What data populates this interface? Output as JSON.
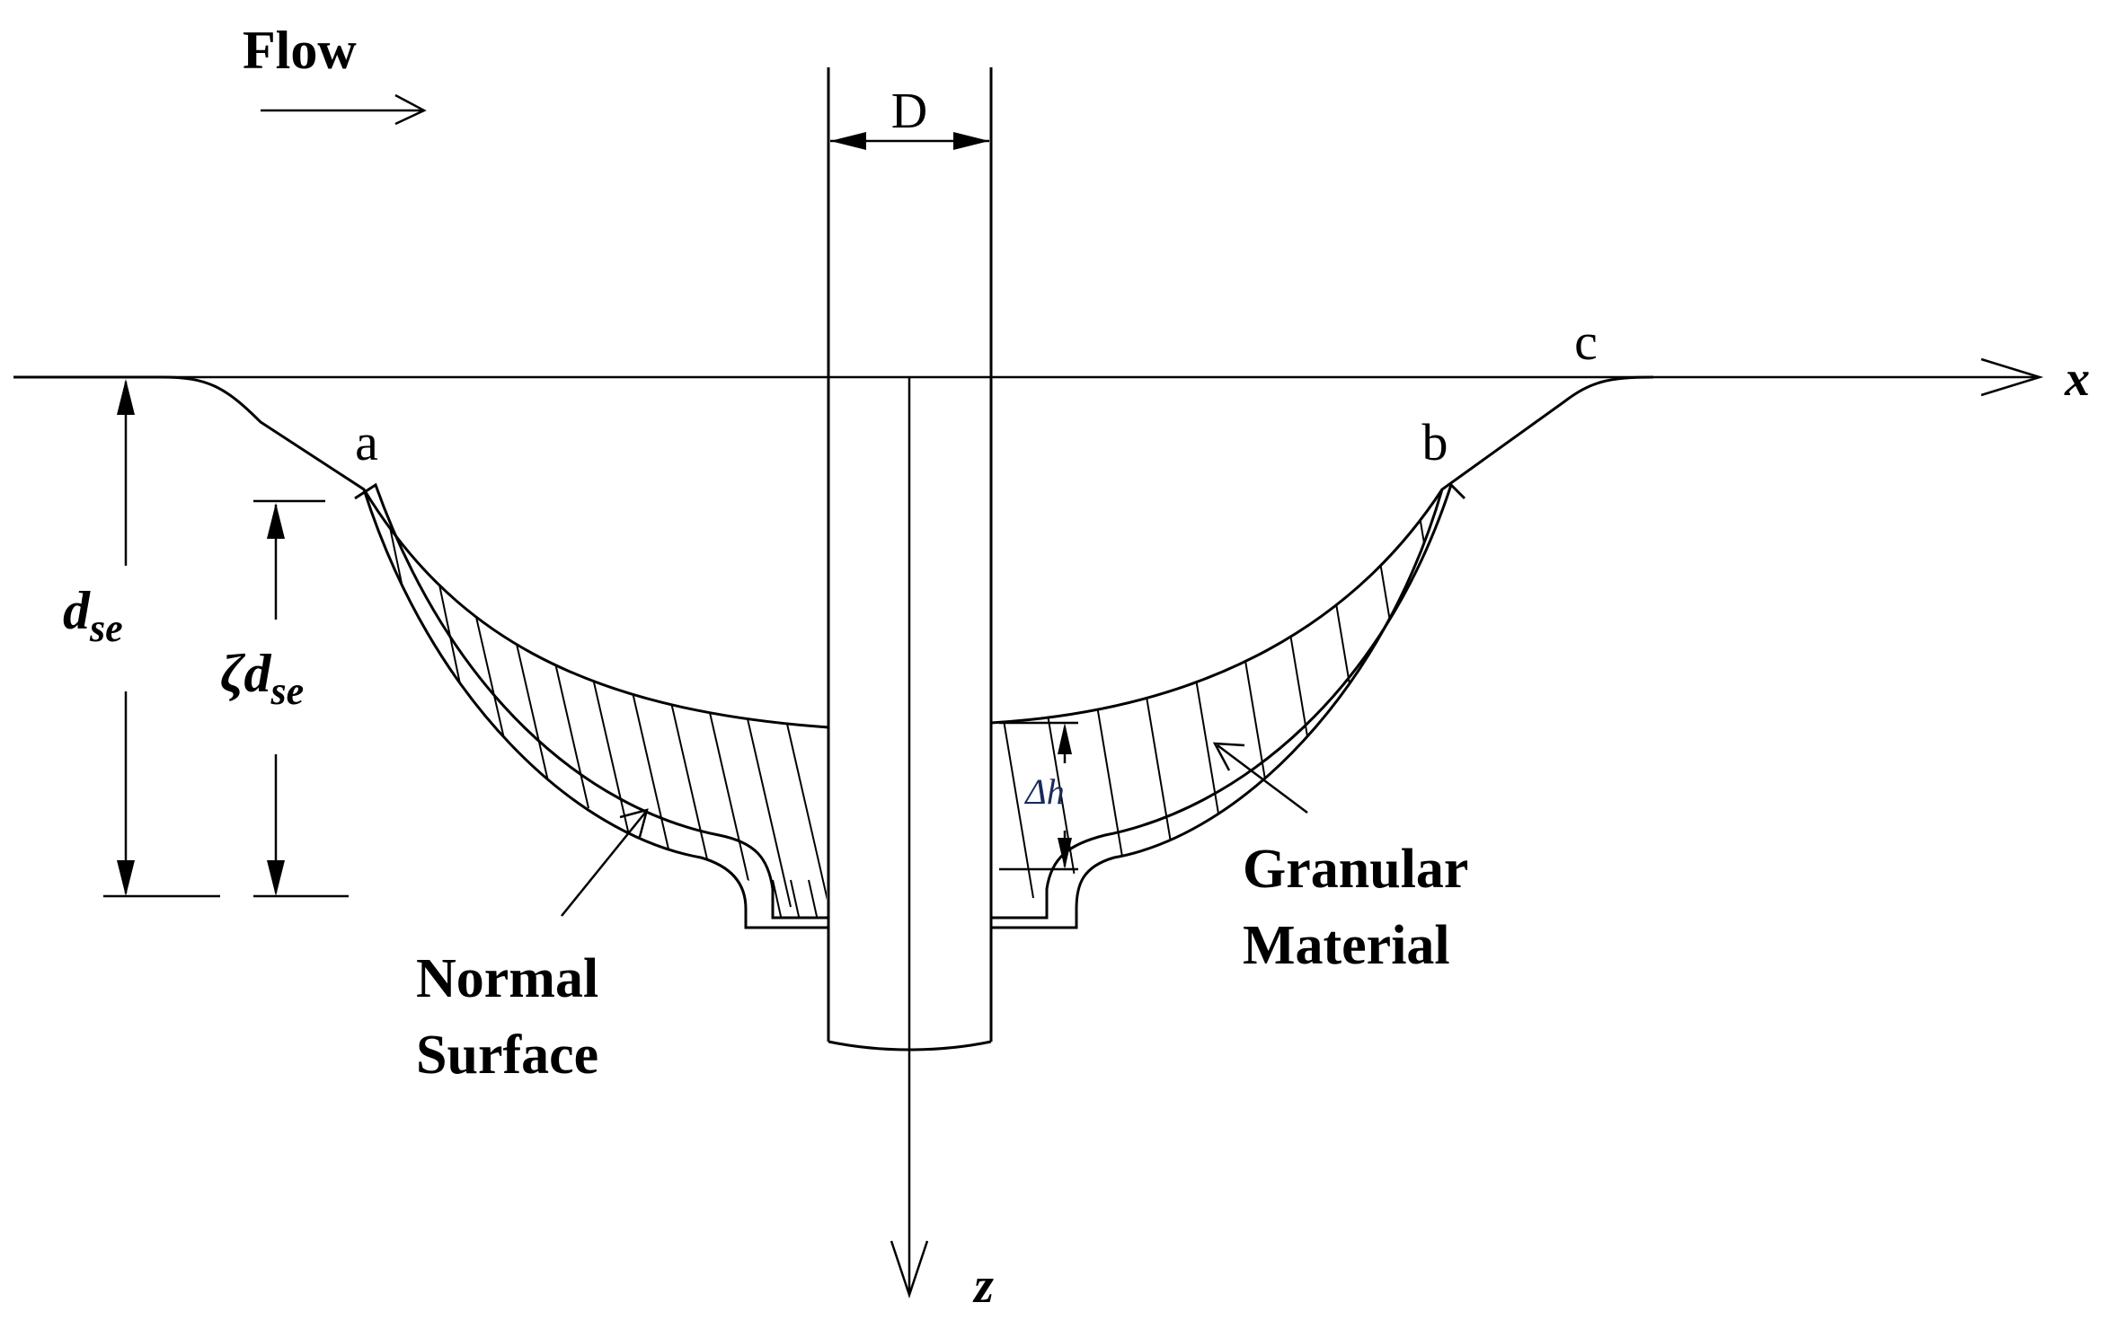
{
  "labels": {
    "flow": "Flow",
    "pile_diameter": "D",
    "point_a": "a",
    "point_b": "b",
    "point_c": "c",
    "axis_x": "x",
    "axis_z": "z",
    "depth_symbol": "d",
    "depth_subscript": "se",
    "zeta": "ζ",
    "zeta_depth_symbol": "d",
    "zeta_depth_subscript": "se",
    "delta_h": "Δh",
    "normal_surface_line1": "Normal",
    "normal_surface_line2": "Surface",
    "granular_line1": "Granular",
    "granular_line2": "Material"
  }
}
